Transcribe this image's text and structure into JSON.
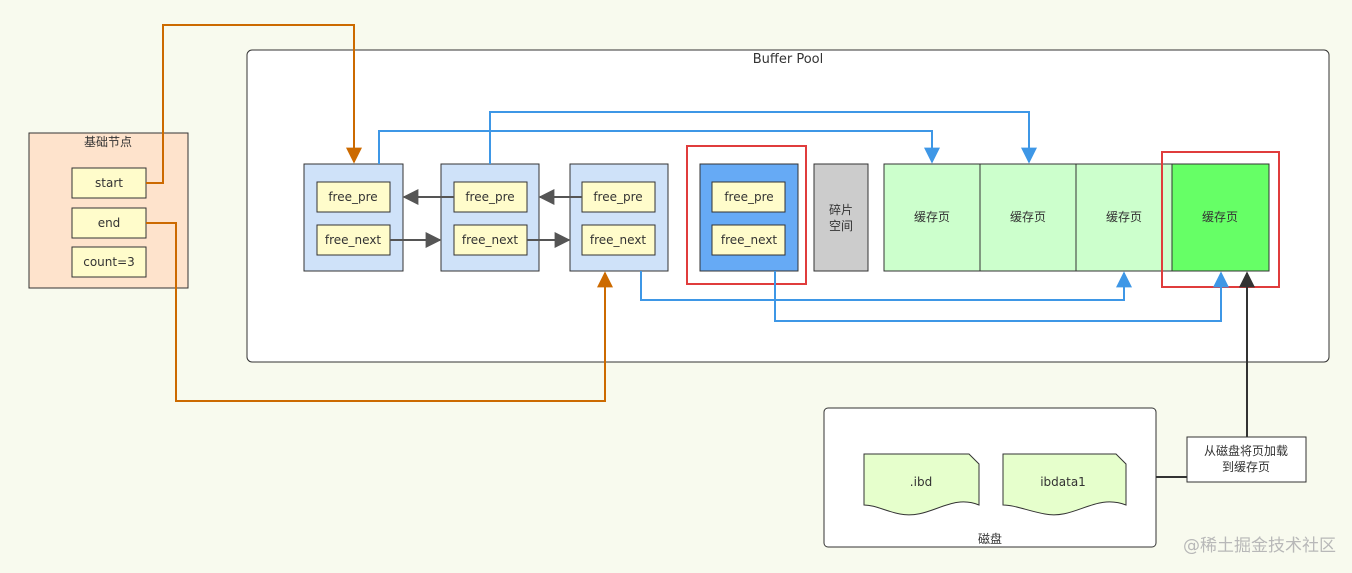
{
  "buffer_pool": {
    "title": "Buffer Pool"
  },
  "base_node": {
    "title": "基础节点",
    "start": "start",
    "end": "end",
    "count": "count=3"
  },
  "control_blocks": [
    {
      "pre": "free_pre",
      "next": "free_next"
    },
    {
      "pre": "free_pre",
      "next": "free_next"
    },
    {
      "pre": "free_pre",
      "next": "free_next"
    },
    {
      "pre": "free_pre",
      "next": "free_next"
    }
  ],
  "fragment": {
    "line1": "碎片",
    "line2": "空间"
  },
  "cache_pages": [
    "缓存页",
    "缓存页",
    "缓存页",
    "缓存页"
  ],
  "disk": {
    "label": "磁盘",
    "file1": ".ibd",
    "file2": "ibdata1"
  },
  "load_note": {
    "line1": "从磁盘将页加载",
    "line2": "到缓存页"
  },
  "watermark": "@稀土掘金技术社区",
  "colors": {
    "orange": "#cc6a00",
    "blue": "#3e97e6",
    "dark": "#555555",
    "red": "#e03c3c",
    "block": "#cfe2f9",
    "block_selected": "#66aaf5",
    "field": "#fffccb",
    "page": "#ccffcc",
    "page_selected": "#66ff66",
    "fragment": "#cccccc",
    "base_node": "#fee3cc"
  }
}
